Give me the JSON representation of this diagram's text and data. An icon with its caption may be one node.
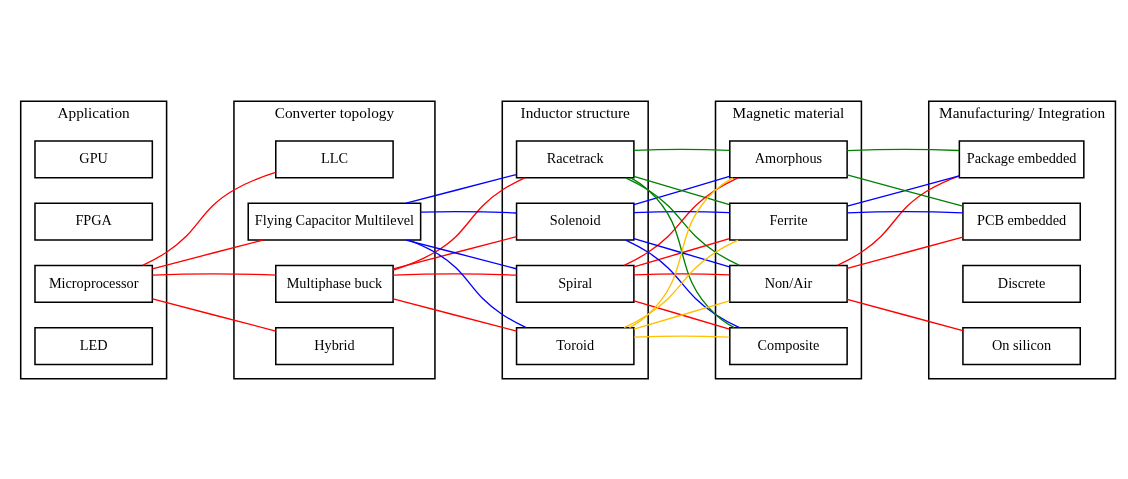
{
  "diagram": {
    "nodes": [
      {
        "text": [
          "Application"
        ]
      },
      {
        "text": [
          "Microprocessor"
        ],
        "in": 0
      },
      {
        "text": [
          "FPGA"
        ],
        "in": 0
      },
      {
        "text": [
          "GPU"
        ],
        "in": 0
      },
      {
        "text": [
          "LED"
        ],
        "in": 0
      },
      {
        "text": [
          "Converter topology"
        ]
      },
      {
        "text": [
          "Multiphase buck"
        ],
        "in": 5
      },
      {
        "text": [
          "Flying Capacitor Multilevel"
        ],
        "in": 5
      },
      {
        "text": [
          "LLC"
        ],
        "in": 5
      },
      {
        "text": [
          "Hybrid"
        ],
        "in": 5
      },
      {
        "text": [
          "Inductor structure"
        ]
      },
      {
        "text": [
          "Spiral"
        ],
        "in": 10
      },
      {
        "text": [
          "Solenoid"
        ],
        "in": 10
      },
      {
        "text": [
          "Racetrack"
        ],
        "in": 10
      },
      {
        "text": [
          "Toroid"
        ],
        "in": 10
      },
      {
        "text": [
          "Magnetic material"
        ]
      },
      {
        "text": [
          "Non/Air"
        ],
        "in": 15
      },
      {
        "text": [
          "Ferrite"
        ],
        "in": 15
      },
      {
        "text": [
          "Amorphous"
        ],
        "in": 15
      },
      {
        "text": [
          "Composite"
        ],
        "in": 15
      },
      {
        "text": [
          "Manufacturing/ Integration"
        ]
      },
      {
        "text": [
          "Discrete"
        ],
        "in": 20
      },
      {
        "text": [
          "PCB embedded"
        ],
        "in": 20
      },
      {
        "text": [
          "Package embedded"
        ],
        "in": 20
      },
      {
        "text": [
          "On silicon"
        ],
        "in": 20
      }
    ],
    "edges": [
      {
        "from": 1,
        "to": 6,
        "arrow": "none"
      },
      {
        "from": 1,
        "to": 7,
        "arrow": "none"
      },
      {
        "from": 1,
        "to": 8,
        "arrow": "none"
      },
      {
        "from": 1,
        "to": 9,
        "arrow": "none"
      },
      {
        "from": 6,
        "to": 11,
        "arrow": "none"
      },
      {
        "from": 6,
        "to": 12,
        "arrow": "none"
      },
      {
        "from": 6,
        "to": 13,
        "arrow": "none"
      },
      {
        "from": 6,
        "to": 14,
        "arrow": "none"
      },
      {
        "from": 7,
        "to": 11,
        "arrow": "none",
        "color": "#0000ff"
      },
      {
        "from": 7,
        "to": 12,
        "arrow": "none",
        "color": "#0000ff"
      },
      {
        "from": 7,
        "to": 13,
        "arrow": "none",
        "color": "#0000ff"
      },
      {
        "from": 7,
        "to": 14,
        "arrow": "none",
        "color": "#0000ff"
      },
      {
        "from": 11,
        "to": 16,
        "arrow": "none"
      },
      {
        "from": 11,
        "to": 17,
        "arrow": "none"
      },
      {
        "from": 11,
        "to": 18,
        "arrow": "none"
      },
      {
        "from": 11,
        "to": 19,
        "arrow": "none"
      },
      {
        "from": 12,
        "to": 16,
        "arrow": "none",
        "color": "#0000ff"
      },
      {
        "from": 12,
        "to": 17,
        "arrow": "none",
        "color": "#0000ff"
      },
      {
        "from": 12,
        "to": 18,
        "arrow": "none",
        "color": "#0000ff"
      },
      {
        "from": 12,
        "to": 19,
        "arrow": "none",
        "color": "#0000ff"
      },
      {
        "from": 13,
        "to": 16,
        "arrow": "none",
        "color": "#008000"
      },
      {
        "from": 13,
        "to": 17,
        "arrow": "none",
        "color": "#008000"
      },
      {
        "from": 13,
        "to": 18,
        "arrow": "none",
        "color": "#008000"
      },
      {
        "from": 13,
        "to": 19,
        "arrow": "none",
        "color": "#008000"
      },
      {
        "from": 14,
        "to": 16,
        "arrow": "none",
        "color": "#ffc000"
      },
      {
        "from": 14,
        "to": 17,
        "arrow": "none",
        "color": "#ffc000"
      },
      {
        "from": 14,
        "to": 18,
        "arrow": "none",
        "color": "#ffc000"
      },
      {
        "from": 14,
        "to": 19,
        "arrow": "none",
        "color": "#ffc000"
      },
      {
        "from": 16,
        "to": 22,
        "arrow": "none"
      },
      {
        "from": 16,
        "to": 23,
        "arrow": "none"
      },
      {
        "from": 16,
        "to": 24,
        "arrow": "none"
      },
      {
        "from": 17,
        "to": 22,
        "arrow": "none",
        "color": "#0000ff"
      },
      {
        "from": 17,
        "to": 23,
        "arrow": "none",
        "color": "#0000ff"
      },
      {
        "from": 18,
        "to": 22,
        "arrow": "none",
        "color": "#008000"
      },
      {
        "from": 18,
        "to": 23,
        "arrow": "none",
        "color": "#008000"
      }
    ]
  }
}
